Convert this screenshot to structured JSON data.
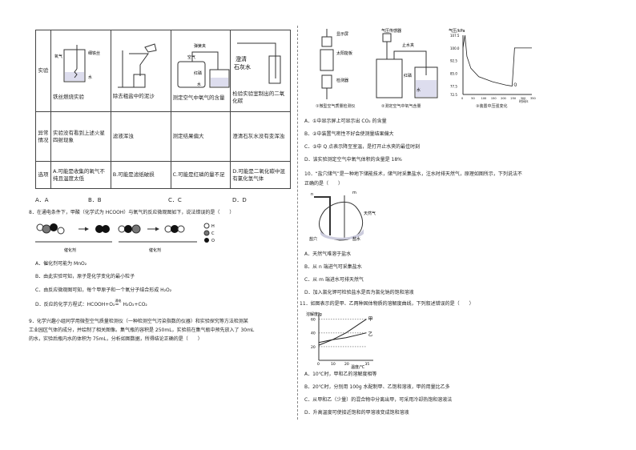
{
  "q7": {
    "row_headers": [
      "实验",
      "异常情况",
      "选项"
    ],
    "experiments": [
      "铁丝燃烧实验",
      "除去粗盐中的泥沙",
      "测定空气中氧气的含量",
      "检验实验室制出的二氧化碳"
    ],
    "anomalies": [
      "实验没有看到上述火星四射现象",
      "滤液浑浊",
      "测定结果偏大",
      "澄清石灰水没有变浑浊"
    ],
    "options": [
      "A.可能是收集的氧气不纯且温度太低",
      "B.可能是滤纸破损",
      "C.可能是红磷的量不足",
      "D.可能是二氧化碳中混有氯化氢气体"
    ],
    "fig_labels": {
      "fig1": [
        "氧气",
        "细铁丝",
        "水"
      ],
      "fig3": [
        "弹簧夹",
        "空气",
        "红磷",
        "水"
      ],
      "fig4": [
        "澄清",
        "石灰水"
      ]
    },
    "answers": [
      "A．A",
      "B．B",
      "C．C",
      "D．D"
    ]
  },
  "q8": {
    "stem": "8．在通电条件下，甲酸（化学式为 HCOOH）与氧气的反应微观图如下，说法错误的是（　　）",
    "catalyst_label": "催化剂",
    "legend": [
      "H",
      "C",
      "O"
    ],
    "options": [
      "A．催化剂可能为 MnO₂",
      "B．由此实验可知，原子是化学变化的最小粒子",
      "C．由反应微观图可知，每个甲原子和一个氧分子结合形成 H₂O₂",
      "D．反应的化学方程式：HCOOH+O₂"
    ],
    "eq_top": "通电",
    "eq_tail": "H₂O₂+CO₂"
  },
  "q9": {
    "stem_lines": [
      "9．化学兴趣小组同学用微型空气质量检测仪（一种检测空气污染指数的仪器）和实验探究等方法检测某",
      "工业园区气体的成分，并绘制了相关图像。集气瓶的容积是 250mL，实验前在集气瓶中预先放入了 30mL",
      "的水，实验后瓶内水的体积为 75mL，分析如图数据，所得结论正确的是（　　）"
    ]
  },
  "right": {
    "fig_captions": [
      "①微型空气质量检测仪",
      "②测定空气中氧气含量",
      "③装置中压强变化"
    ],
    "fig1_labels": [
      "显示屏",
      "太阳能板",
      "检测器"
    ],
    "fig2_labels": [
      "气压传感器",
      "止水夹",
      "红磷",
      "水"
    ],
    "fig3": {
      "ylabel": "气压/kPa",
      "yticks": [
        "107.5",
        "100.0",
        "92.5",
        "85.0",
        "77.5",
        "72.5"
      ],
      "xlabel": "时间/s",
      "xticks": [
        "0",
        "50",
        "100",
        "150",
        "200",
        "250",
        "300",
        "350"
      ],
      "point": "Q"
    },
    "q9_options": [
      "A．①中显示屏上可显示出 CO₂ 的含量",
      "B．②中装置气密性不好会使测量结果偏大",
      "C．③中 Q 点表示降至室温，是打开止水夹的最佳时刻",
      "D．该实验测定空气中氧气体积的含量是 18%"
    ],
    "q10_stem_lines": [
      "10．“盐穴储气”是一种地下储能技术，储气时采集盐水，注水时排天然气，原理如图所示，下列说法不",
      "正确的是（　　）"
    ],
    "q10_fig_labels": [
      "n",
      "m",
      "天然气",
      "盐水",
      "盐穴"
    ],
    "q10_options": [
      "A．天然气难溶于盐水",
      "B．从 n 端进气可采集盐水",
      "C．从 m 端进水可排天然气",
      "D．加入氯化钾可检验盐水是否为氯化钠的饱和溶液"
    ],
    "q11_stem": "11．如图表示的是甲、乙两种固体物质的溶解度曲线，下列叙述错误的是（　　）",
    "q11_chart": {
      "ylabel": "溶解度/g",
      "yticks": [
        "60",
        "40",
        "20"
      ],
      "xlabel": "温度/℃",
      "xticks": [
        "0",
        "10",
        "20",
        "35"
      ],
      "series_names": [
        "甲",
        "乙"
      ]
    },
    "q11_options": [
      "A．10℃时，甲和乙的溶解度相等",
      "B．20℃时，分别用 100g 水配制甲、乙饱和溶液，甲的用量比乙多",
      "C．从甲和乙（少量）的混合物中分离出甲，可采用冷却热饱和溶液法",
      "D．升高温度可使接近饱和的甲溶液变成饱和溶液"
    ]
  },
  "chart_data": [
    {
      "type": "line",
      "title": "③装置中压强变化",
      "xlabel": "时间/s",
      "ylabel": "气压/kPa",
      "xlim": [
        0,
        350
      ],
      "ylim": [
        72.5,
        107.5
      ],
      "series": [
        {
          "x": [
            0,
            10,
            20,
            40,
            80,
            150,
            220,
            250,
            262,
            300,
            350
          ],
          "values": [
            100,
            107.5,
            95,
            88,
            83,
            80,
            78,
            77.5,
            100,
            100,
            100
          ]
        }
      ]
    },
    {
      "type": "line",
      "xlabel": "温度/℃",
      "ylabel": "溶解度/g",
      "xlim": [
        0,
        40
      ],
      "ylim": [
        0,
        70
      ],
      "series": [
        {
          "name": "甲",
          "x": [
            0,
            10,
            20,
            35
          ],
          "values": [
            22,
            30,
            40,
            60
          ]
        },
        {
          "name": "乙",
          "x": [
            0,
            10,
            20,
            35
          ],
          "values": [
            26,
            30,
            33,
            40
          ]
        }
      ]
    }
  ]
}
